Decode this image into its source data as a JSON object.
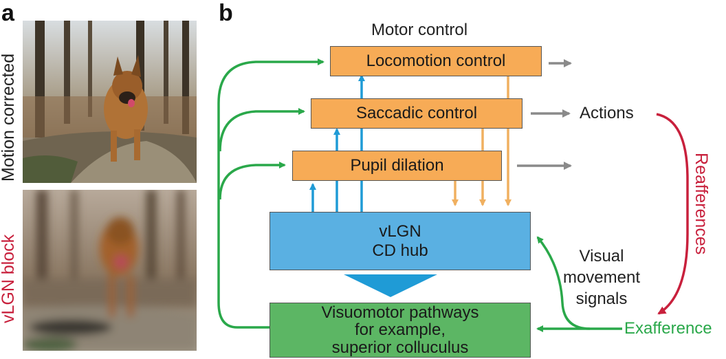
{
  "panels": {
    "a": "a",
    "b": "b"
  },
  "photos": {
    "top_label": "Motion corrected",
    "bottom_label": "vLGN block"
  },
  "diagram": {
    "motor_control_heading": "Motor control",
    "locomotion_control": "Locomotion control",
    "saccadic_control": "Saccadic control",
    "pupil_dilation": "Pupil dilation",
    "vlgn_line1": "vLGN",
    "vlgn_line2": "CD hub",
    "visuomotor_line1": "Visuomotor pathways",
    "visuomotor_line2": "for example,",
    "visuomotor_line3": "superior colluculus",
    "actions": "Actions",
    "reafferences": "Reafferences",
    "visual_line1": "Visual",
    "visual_line2": "movement",
    "visual_line3": "signals",
    "exafference": "Exafference"
  },
  "colors": {
    "orange": "#f7ab56",
    "blue": "#5ab0e2",
    "green": "#5cb664",
    "green_arrow": "#2aa84a",
    "blue_arrow": "#1f9bd6",
    "orange_arrow": "#f0b060",
    "gray_arrow": "#8a8a8a",
    "crimson": "#c8203c"
  }
}
